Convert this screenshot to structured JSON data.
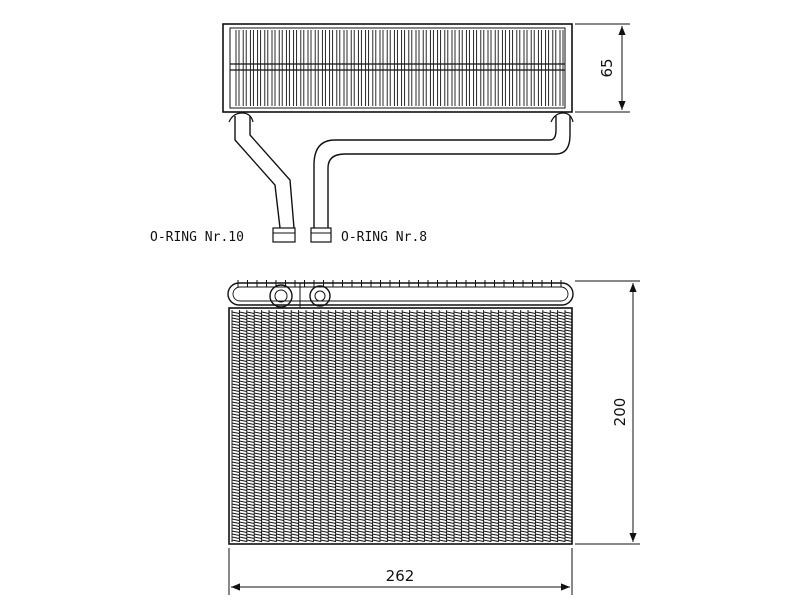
{
  "labels": {
    "oring_left": "O-RING Nr.10",
    "oring_right": "O-RING Nr.8"
  },
  "dimensions": {
    "height_top": "65",
    "height_front": "200",
    "width_front": "262"
  },
  "colors": {
    "line": "#111111",
    "background": "#ffffff"
  }
}
